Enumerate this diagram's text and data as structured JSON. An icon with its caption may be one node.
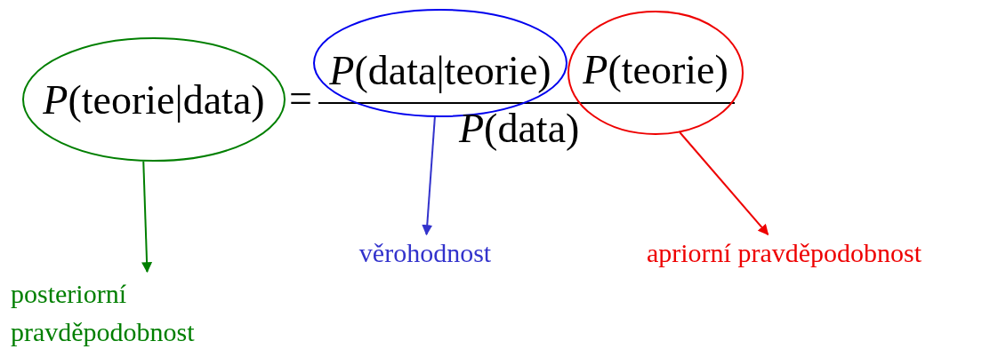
{
  "diagram": {
    "nodes": [
      {
        "text": [
          "*P*(teorie|data)"
        ]
      },
      {
        "text": [
          "*P*(data|teorie)"
        ]
      },
      {
        "text": [
          "*P*(teorie)"
        ]
      },
      {
        "text": [
          "posteriorní pravděpodobnost"
        ]
      },
      {
        "text": [
          "věrohodnost"
        ]
      },
      {
        "text": [
          "apriorní pravděpodobnost"
        ]
      }
    ],
    "edges": [
      {
        "from": 0,
        "to": 3,
        "arrow": "to",
        "color": "#007f00"
      },
      {
        "from": 1,
        "to": 4,
        "arrow": "to",
        "color": "#3333cc"
      },
      {
        "from": 2,
        "to": 5,
        "arrow": "to",
        "color": "#ee0000"
      }
    ],
    "labels": [
      "=",
      "*P*(data)"
    ]
  }
}
